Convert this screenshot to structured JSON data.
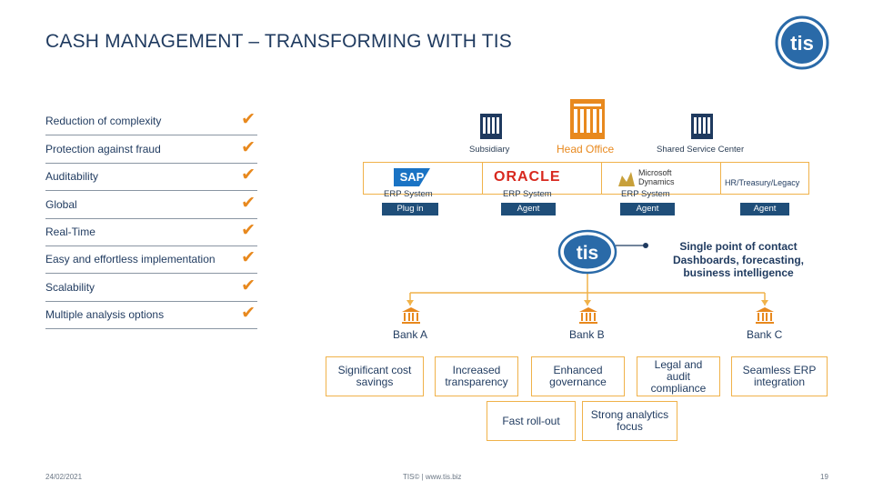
{
  "slide": {
    "title": "CASH MANAGEMENT – TRANSFORMING WITH TIS",
    "features": [
      {
        "label": "Reduction of complexity"
      },
      {
        "label": "Protection against fraud"
      },
      {
        "label": "Auditability"
      },
      {
        "label": "Global"
      },
      {
        "label": "Real-Time"
      },
      {
        "label": "Easy and effortless implementation"
      },
      {
        "label": "Scalability"
      },
      {
        "label": "Multiple analysis options"
      }
    ],
    "check_glyph": "✔",
    "buildings": {
      "subsidiary": "Subsidiary",
      "head_office": "Head Office",
      "shared_service_center": "Shared Service Center"
    },
    "systems": [
      {
        "logo": "SAP",
        "erp_label": "ERP System",
        "connector": "Plug in"
      },
      {
        "logo": "ORACLE",
        "erp_label": "ERP System",
        "connector": "Agent"
      },
      {
        "logo_line1": "Microsoft",
        "logo_line2": "Dynamics",
        "erp_label": "ERP System",
        "connector": "Agent"
      },
      {
        "logo": "HR/Treasury/Legacy",
        "connector": "Agent"
      }
    ],
    "hub": {
      "logo_text": "tis",
      "line1": "Single point of contact",
      "line2": "Dashboards, forecasting,",
      "line3": "business intelligence"
    },
    "banks": [
      "Bank A",
      "Bank B",
      "Bank C"
    ],
    "benefits": [
      "Significant cost savings",
      "Increased transparency",
      "Enhanced governance",
      "Legal and audit compliance",
      "Seamless ERP integration",
      "Fast roll-out",
      "Strong analytics focus"
    ],
    "footer": {
      "date": "24/02/2021",
      "center": "TIS© | www.tis.biz",
      "page": "19"
    },
    "colors": {
      "navy": "#1f3a5f",
      "accent_orange": "#e8891e",
      "badge_blue": "#1f4e79",
      "logo_blue": "#2a6aa8"
    },
    "icons": [
      "tis-logo-icon",
      "office-building-icon",
      "bank-icon",
      "checkmark-icon"
    ]
  }
}
